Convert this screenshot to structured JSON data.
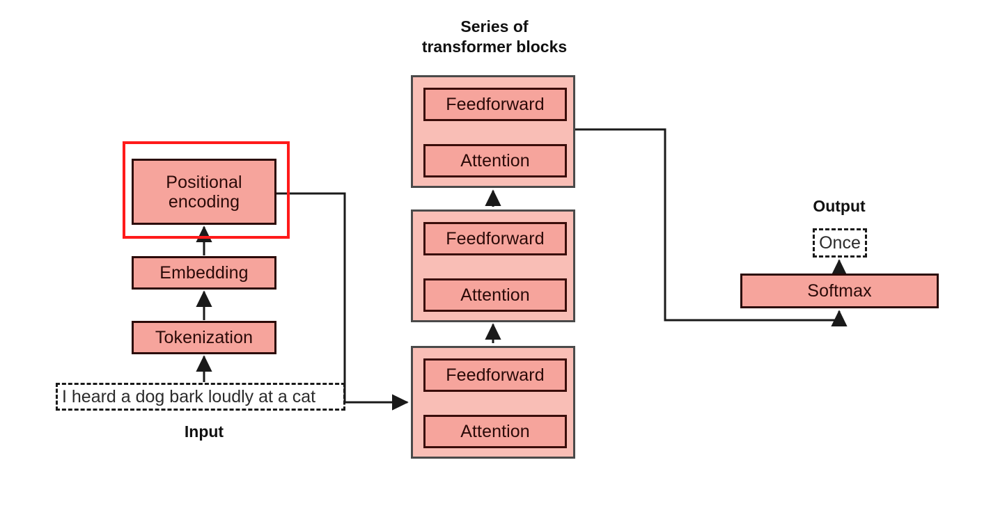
{
  "diagram": {
    "title_series": "Series of\ntransformer blocks",
    "caption_input": "Input",
    "caption_output": "Output",
    "input_text": "I heard a dog bark loudly at a cat",
    "output_text": "Once",
    "left_pipeline": [
      {
        "id": "positional-encoding",
        "label": "Positional\nencoding"
      },
      {
        "id": "embedding",
        "label": "Embedding"
      },
      {
        "id": "tokenization",
        "label": "Tokenization"
      }
    ],
    "transformer_blocks": [
      {
        "id": "block-top",
        "feedforward": "Feedforward",
        "attention": "Attention"
      },
      {
        "id": "block-middle",
        "feedforward": "Feedforward",
        "attention": "Attention"
      },
      {
        "id": "block-bottom",
        "feedforward": "Feedforward",
        "attention": "Attention"
      }
    ],
    "softmax_label": "Softmax",
    "colors": {
      "box_fill": "#F6A49C",
      "block_fill": "#F9BEB6",
      "box_border": "#2B0A08",
      "block_border": "#4A4A4A",
      "highlight": "#FF1A1A",
      "text": "#2A0A08",
      "wire": "#1A1A1A",
      "background": "#FFFFFF"
    }
  }
}
